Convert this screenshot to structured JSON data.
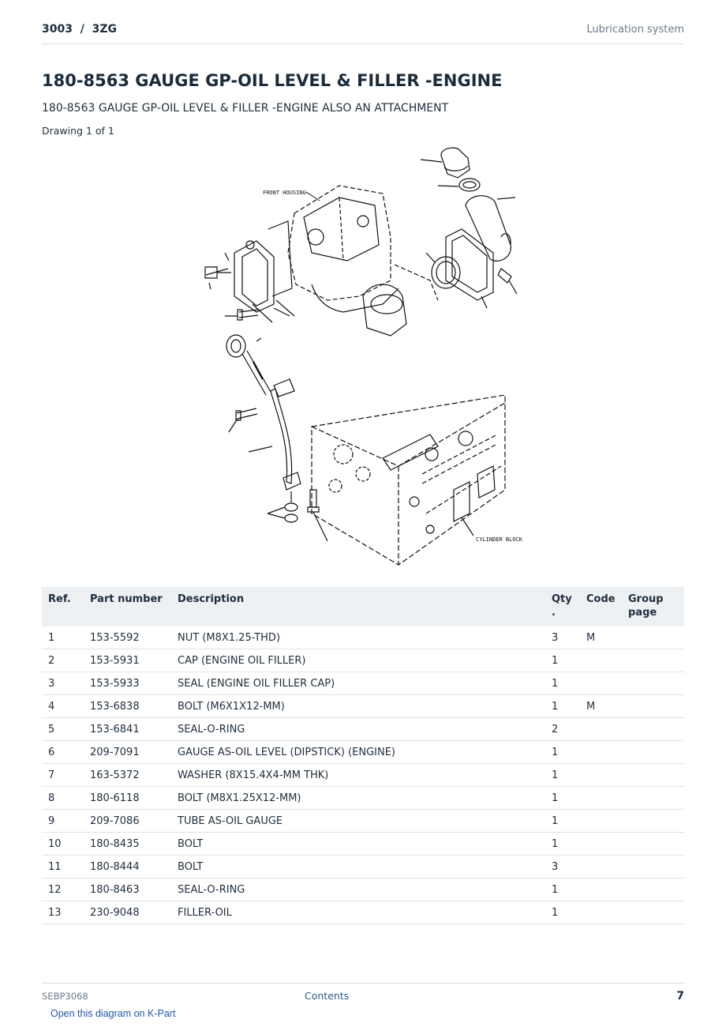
{
  "header": {
    "model": "3003  /  3ZG",
    "section": "Lubrication system"
  },
  "title": "180-8563 GAUGE GP-OIL LEVEL & FILLER -ENGINE",
  "subtitle": "180-8563 GAUGE GP-OIL LEVEL & FILLER -ENGINE ALSO AN ATTACHMENT",
  "drawing_count": "Drawing 1 of 1",
  "diagram": {
    "label_front": "FRONT HOUSING",
    "label_block": "CYLINDER BLOCK"
  },
  "table": {
    "headers": {
      "ref": "Ref.",
      "part_number": "Part number",
      "description": "Description",
      "qty": "Qty .",
      "code": "Code",
      "group_page": "Group page"
    },
    "rows": [
      {
        "ref": "1",
        "part_number": "153-5592",
        "description": "NUT (M8X1.25-THD)",
        "qty": "3",
        "code": "M",
        "group_page": ""
      },
      {
        "ref": "2",
        "part_number": "153-5931",
        "description": "CAP (ENGINE OIL FILLER)",
        "qty": "1",
        "code": "",
        "group_page": ""
      },
      {
        "ref": "3",
        "part_number": "153-5933",
        "description": "SEAL (ENGINE OIL FILLER CAP)",
        "qty": "1",
        "code": "",
        "group_page": ""
      },
      {
        "ref": "4",
        "part_number": "153-6838",
        "description": "BOLT (M6X1X12-MM)",
        "qty": "1",
        "code": "M",
        "group_page": ""
      },
      {
        "ref": "5",
        "part_number": "153-6841",
        "description": "SEAL-O-RING",
        "qty": "2",
        "code": "",
        "group_page": ""
      },
      {
        "ref": "6",
        "part_number": "209-7091",
        "description": "GAUGE AS-OIL LEVEL (DIPSTICK) (ENGINE)",
        "qty": "1",
        "code": "",
        "group_page": ""
      },
      {
        "ref": "7",
        "part_number": "163-5372",
        "description": "WASHER (8X15.4X4-MM THK)",
        "qty": "1",
        "code": "",
        "group_page": ""
      },
      {
        "ref": "8",
        "part_number": "180-6118",
        "description": "BOLT (M8X1.25X12-MM)",
        "qty": "1",
        "code": "",
        "group_page": ""
      },
      {
        "ref": "9",
        "part_number": "209-7086",
        "description": "TUBE AS-OIL GAUGE",
        "qty": "1",
        "code": "",
        "group_page": ""
      },
      {
        "ref": "10",
        "part_number": "180-8435",
        "description": "BOLT",
        "qty": "1",
        "code": "",
        "group_page": ""
      },
      {
        "ref": "11",
        "part_number": "180-8444",
        "description": "BOLT",
        "qty": "3",
        "code": "",
        "group_page": ""
      },
      {
        "ref": "12",
        "part_number": "180-8463",
        "description": "SEAL-O-RING",
        "qty": "1",
        "code": "",
        "group_page": ""
      },
      {
        "ref": "13",
        "part_number": "230-9048",
        "description": "FILLER-OIL",
        "qty": "1",
        "code": "",
        "group_page": ""
      }
    ]
  },
  "footer": {
    "doc_id": "SEBP3068",
    "contents_link": "Contents",
    "page_number": "7",
    "kpart_link": "Open this diagram on K-Part"
  }
}
